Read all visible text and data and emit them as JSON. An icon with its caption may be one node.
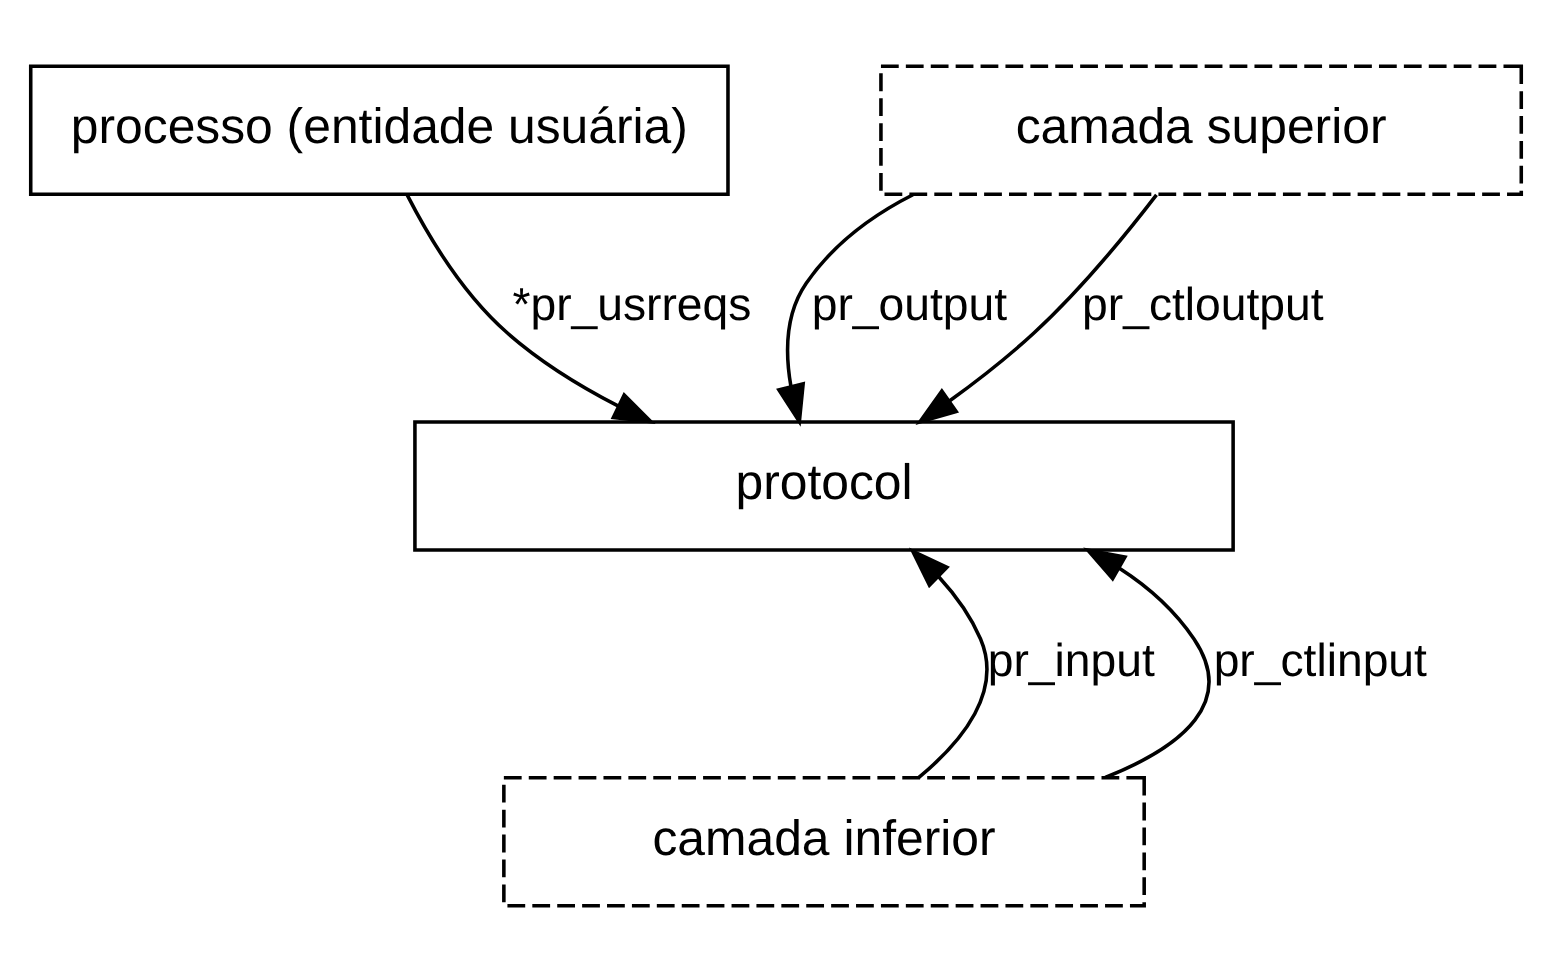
{
  "diagram": {
    "nodes": [
      {
        "text": [
          "processo (entidade usuária)"
        ]
      },
      {
        "text": [
          "camada superior"
        ]
      },
      {
        "text": [
          "protocol"
        ]
      },
      {
        "text": [
          "camada inferior"
        ]
      }
    ],
    "edges": [
      {
        "from": 0,
        "to": 2,
        "arrow": "to",
        "label": "*pr_usrreqs"
      },
      {
        "from": 1,
        "to": 2,
        "arrow": "to",
        "label": "pr_output"
      },
      {
        "from": 1,
        "to": 2,
        "arrow": "to",
        "label": "pr_ctloutput"
      },
      {
        "from": 3,
        "to": 2,
        "arrow": "to",
        "label": "pr_input"
      },
      {
        "from": 3,
        "to": 2,
        "arrow": "to",
        "label": "pr_ctlinput"
      }
    ]
  }
}
